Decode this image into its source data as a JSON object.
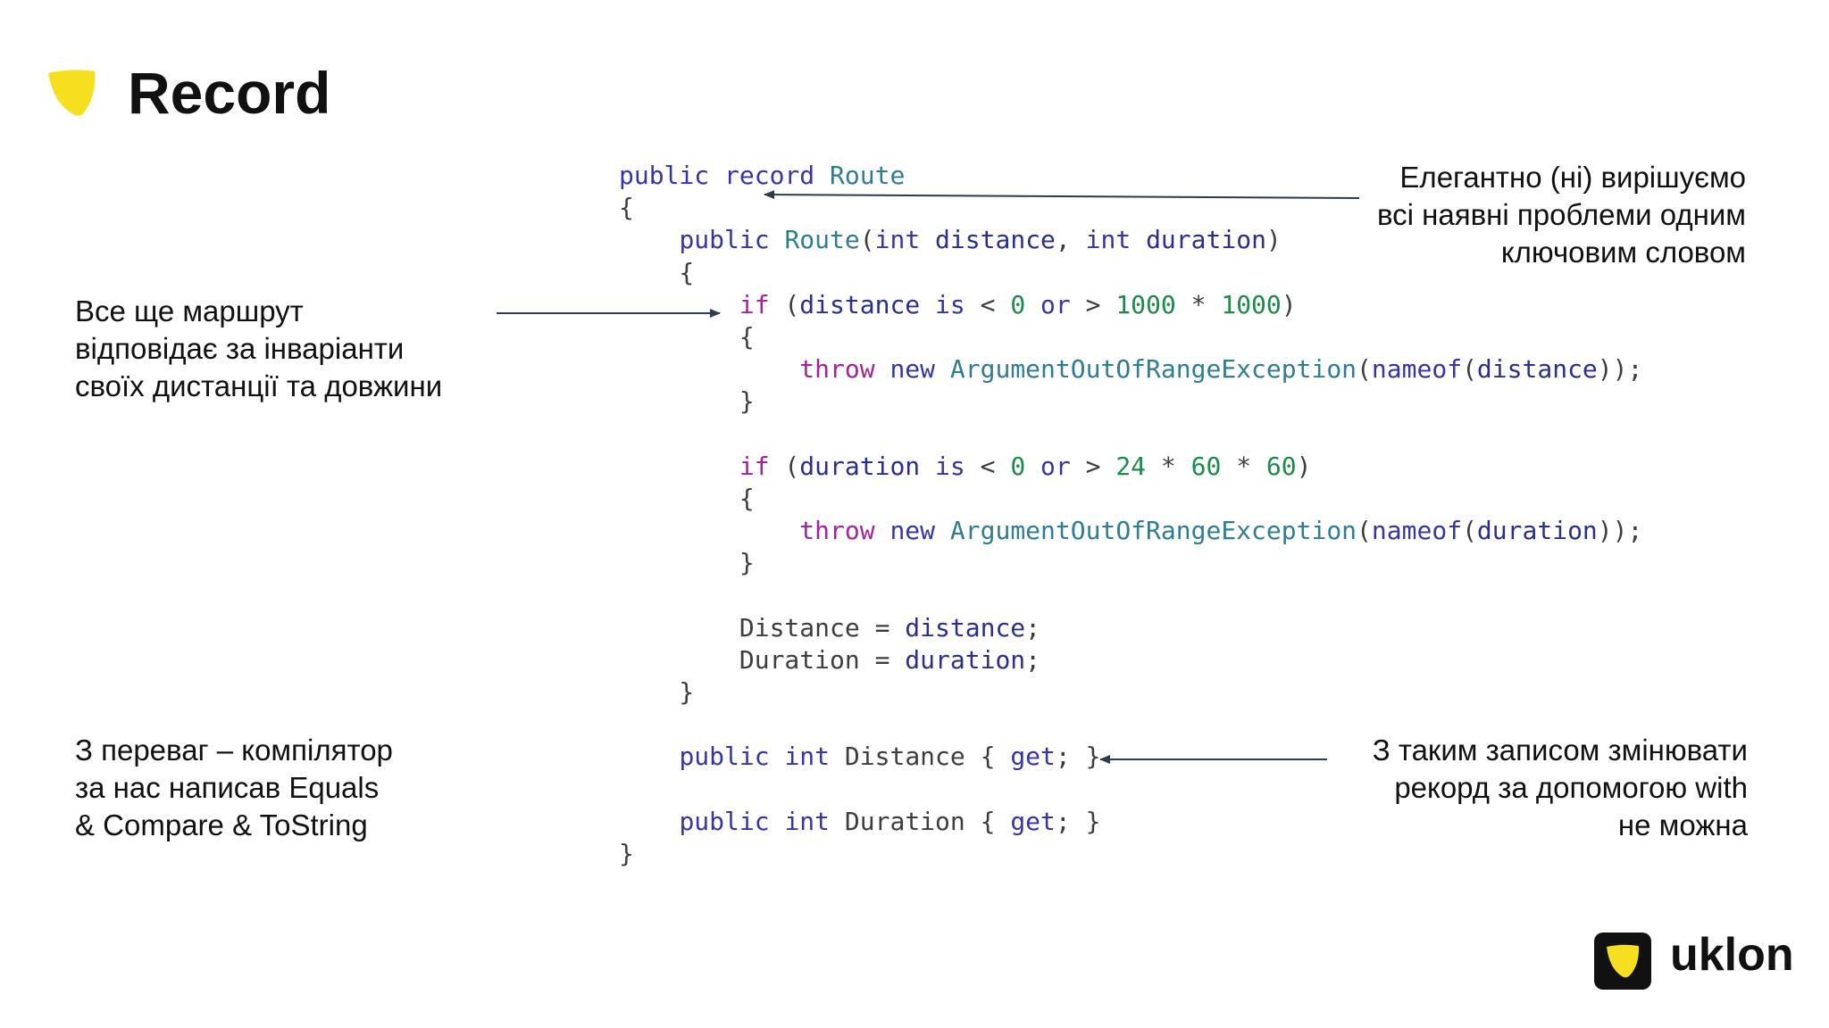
{
  "slide": {
    "title": "Record",
    "brand": "uklon",
    "accent_color": "#F5DF1E",
    "icons": [
      "shield-logo-icon",
      "uklon-logo-icon"
    ]
  },
  "code": {
    "lines": [
      [
        {
          "t": "public",
          "c": "kw"
        },
        {
          "t": " ",
          "c": "pl"
        },
        {
          "t": "record",
          "c": "kw"
        },
        {
          "t": " ",
          "c": "pl"
        },
        {
          "t": "Route",
          "c": "typ"
        }
      ],
      [
        {
          "t": "{",
          "c": "pl"
        }
      ],
      [
        {
          "t": "    ",
          "c": "pl"
        },
        {
          "t": "public",
          "c": "kw"
        },
        {
          "t": " ",
          "c": "pl"
        },
        {
          "t": "Route",
          "c": "typ"
        },
        {
          "t": "(",
          "c": "pl"
        },
        {
          "t": "int",
          "c": "kw"
        },
        {
          "t": " ",
          "c": "pl"
        },
        {
          "t": "distance",
          "c": "id"
        },
        {
          "t": ", ",
          "c": "pl"
        },
        {
          "t": "int",
          "c": "kw"
        },
        {
          "t": " ",
          "c": "pl"
        },
        {
          "t": "duration",
          "c": "id"
        },
        {
          "t": ")",
          "c": "pl"
        }
      ],
      [
        {
          "t": "    {",
          "c": "pl"
        }
      ],
      [
        {
          "t": "        ",
          "c": "pl"
        },
        {
          "t": "if",
          "c": "ctl"
        },
        {
          "t": " (",
          "c": "pl"
        },
        {
          "t": "distance",
          "c": "id"
        },
        {
          "t": " ",
          "c": "pl"
        },
        {
          "t": "is",
          "c": "kw"
        },
        {
          "t": " < ",
          "c": "pl"
        },
        {
          "t": "0",
          "c": "num"
        },
        {
          "t": " ",
          "c": "pl"
        },
        {
          "t": "or",
          "c": "kw"
        },
        {
          "t": " > ",
          "c": "pl"
        },
        {
          "t": "1000",
          "c": "num"
        },
        {
          "t": " * ",
          "c": "pl"
        },
        {
          "t": "1000",
          "c": "num"
        },
        {
          "t": ")",
          "c": "pl"
        }
      ],
      [
        {
          "t": "        {",
          "c": "pl"
        }
      ],
      [
        {
          "t": "            ",
          "c": "pl"
        },
        {
          "t": "throw",
          "c": "ctl"
        },
        {
          "t": " ",
          "c": "pl"
        },
        {
          "t": "new",
          "c": "kw"
        },
        {
          "t": " ",
          "c": "pl"
        },
        {
          "t": "ArgumentOutOfRangeException",
          "c": "typ"
        },
        {
          "t": "(",
          "c": "pl"
        },
        {
          "t": "nameof",
          "c": "kw"
        },
        {
          "t": "(",
          "c": "pl"
        },
        {
          "t": "distance",
          "c": "id"
        },
        {
          "t": "));",
          "c": "pl"
        }
      ],
      [
        {
          "t": "        }",
          "c": "pl"
        }
      ],
      [
        {
          "t": "",
          "c": "pl"
        }
      ],
      [
        {
          "t": "        ",
          "c": "pl"
        },
        {
          "t": "if",
          "c": "ctl"
        },
        {
          "t": " (",
          "c": "pl"
        },
        {
          "t": "duration",
          "c": "id"
        },
        {
          "t": " ",
          "c": "pl"
        },
        {
          "t": "is",
          "c": "kw"
        },
        {
          "t": " < ",
          "c": "pl"
        },
        {
          "t": "0",
          "c": "num"
        },
        {
          "t": " ",
          "c": "pl"
        },
        {
          "t": "or",
          "c": "kw"
        },
        {
          "t": " > ",
          "c": "pl"
        },
        {
          "t": "24",
          "c": "num"
        },
        {
          "t": " * ",
          "c": "pl"
        },
        {
          "t": "60",
          "c": "num"
        },
        {
          "t": " * ",
          "c": "pl"
        },
        {
          "t": "60",
          "c": "num"
        },
        {
          "t": ")",
          "c": "pl"
        }
      ],
      [
        {
          "t": "        {",
          "c": "pl"
        }
      ],
      [
        {
          "t": "            ",
          "c": "pl"
        },
        {
          "t": "throw",
          "c": "ctl"
        },
        {
          "t": " ",
          "c": "pl"
        },
        {
          "t": "new",
          "c": "kw"
        },
        {
          "t": " ",
          "c": "pl"
        },
        {
          "t": "ArgumentOutOfRangeException",
          "c": "typ"
        },
        {
          "t": "(",
          "c": "pl"
        },
        {
          "t": "nameof",
          "c": "kw"
        },
        {
          "t": "(",
          "c": "pl"
        },
        {
          "t": "duration",
          "c": "id"
        },
        {
          "t": "));",
          "c": "pl"
        }
      ],
      [
        {
          "t": "        }",
          "c": "pl"
        }
      ],
      [
        {
          "t": "",
          "c": "pl"
        }
      ],
      [
        {
          "t": "        Distance = ",
          "c": "pl"
        },
        {
          "t": "distance",
          "c": "id"
        },
        {
          "t": ";",
          "c": "pl"
        }
      ],
      [
        {
          "t": "        Duration = ",
          "c": "pl"
        },
        {
          "t": "duration",
          "c": "id"
        },
        {
          "t": ";",
          "c": "pl"
        }
      ],
      [
        {
          "t": "    }",
          "c": "pl"
        }
      ],
      [
        {
          "t": "",
          "c": "pl"
        }
      ],
      [
        {
          "t": "    ",
          "c": "pl"
        },
        {
          "t": "public",
          "c": "kw"
        },
        {
          "t": " ",
          "c": "pl"
        },
        {
          "t": "int",
          "c": "kw"
        },
        {
          "t": " Distance { ",
          "c": "pl"
        },
        {
          "t": "get",
          "c": "kw"
        },
        {
          "t": "; }",
          "c": "pl"
        }
      ],
      [
        {
          "t": "",
          "c": "pl"
        }
      ],
      [
        {
          "t": "    ",
          "c": "pl"
        },
        {
          "t": "public",
          "c": "kw"
        },
        {
          "t": " ",
          "c": "pl"
        },
        {
          "t": "int",
          "c": "kw"
        },
        {
          "t": " Duration { ",
          "c": "pl"
        },
        {
          "t": "get",
          "c": "kw"
        },
        {
          "t": "; }",
          "c": "pl"
        }
      ],
      [
        {
          "t": "}",
          "c": "pl"
        }
      ]
    ],
    "colors": {
      "keyword": "#3535a8",
      "control": "#a3249a",
      "type": "#2f7d92",
      "number": "#198c4a",
      "identifier": "#2a2f8f",
      "plain": "#3d3d3d"
    }
  },
  "notes": {
    "top_right": [
      "Елегантно (ні) вирішуємо",
      "всі наявні проблеми одним",
      "ключовим словом"
    ],
    "mid_left": [
      "Все ще маршрут",
      "відповідає за інваріанти",
      "своїх дистанції та довжини"
    ],
    "bottom_left": [
      "З переваг – компілятор",
      "за нас написав Equals",
      "& Compare & ToString"
    ],
    "bottom_right": [
      "З таким записом змінювати",
      "рекорд за допомогою with",
      "не можна"
    ]
  }
}
